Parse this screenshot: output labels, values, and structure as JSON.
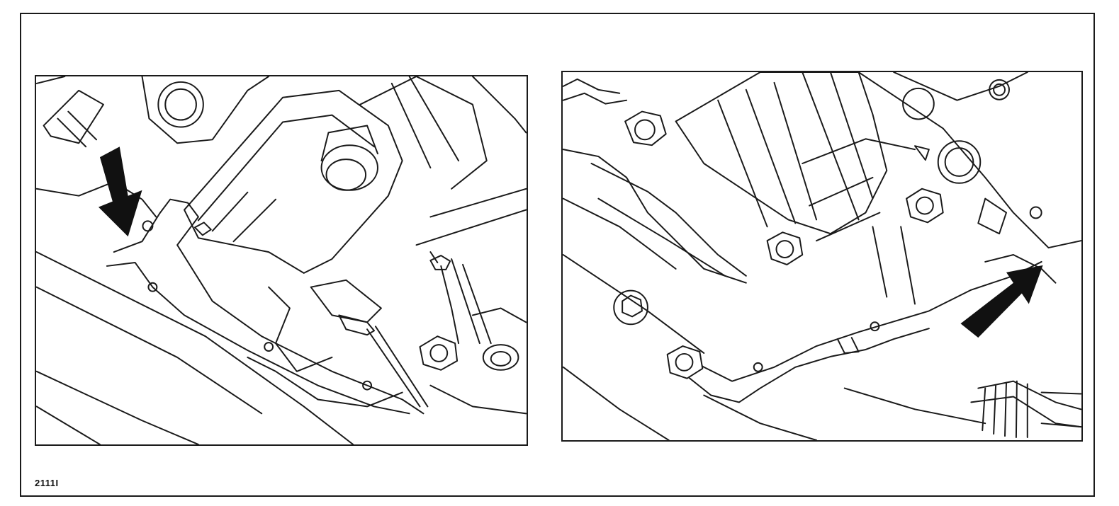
{
  "figure": {
    "reference_code": "2111I",
    "panels": [
      {
        "id": "left",
        "arrow_direction": "down"
      },
      {
        "id": "right",
        "arrow_direction": "up-right"
      }
    ]
  },
  "colors": {
    "line": "#1a1a1a",
    "arrow": "#111111",
    "background": "#ffffff"
  }
}
